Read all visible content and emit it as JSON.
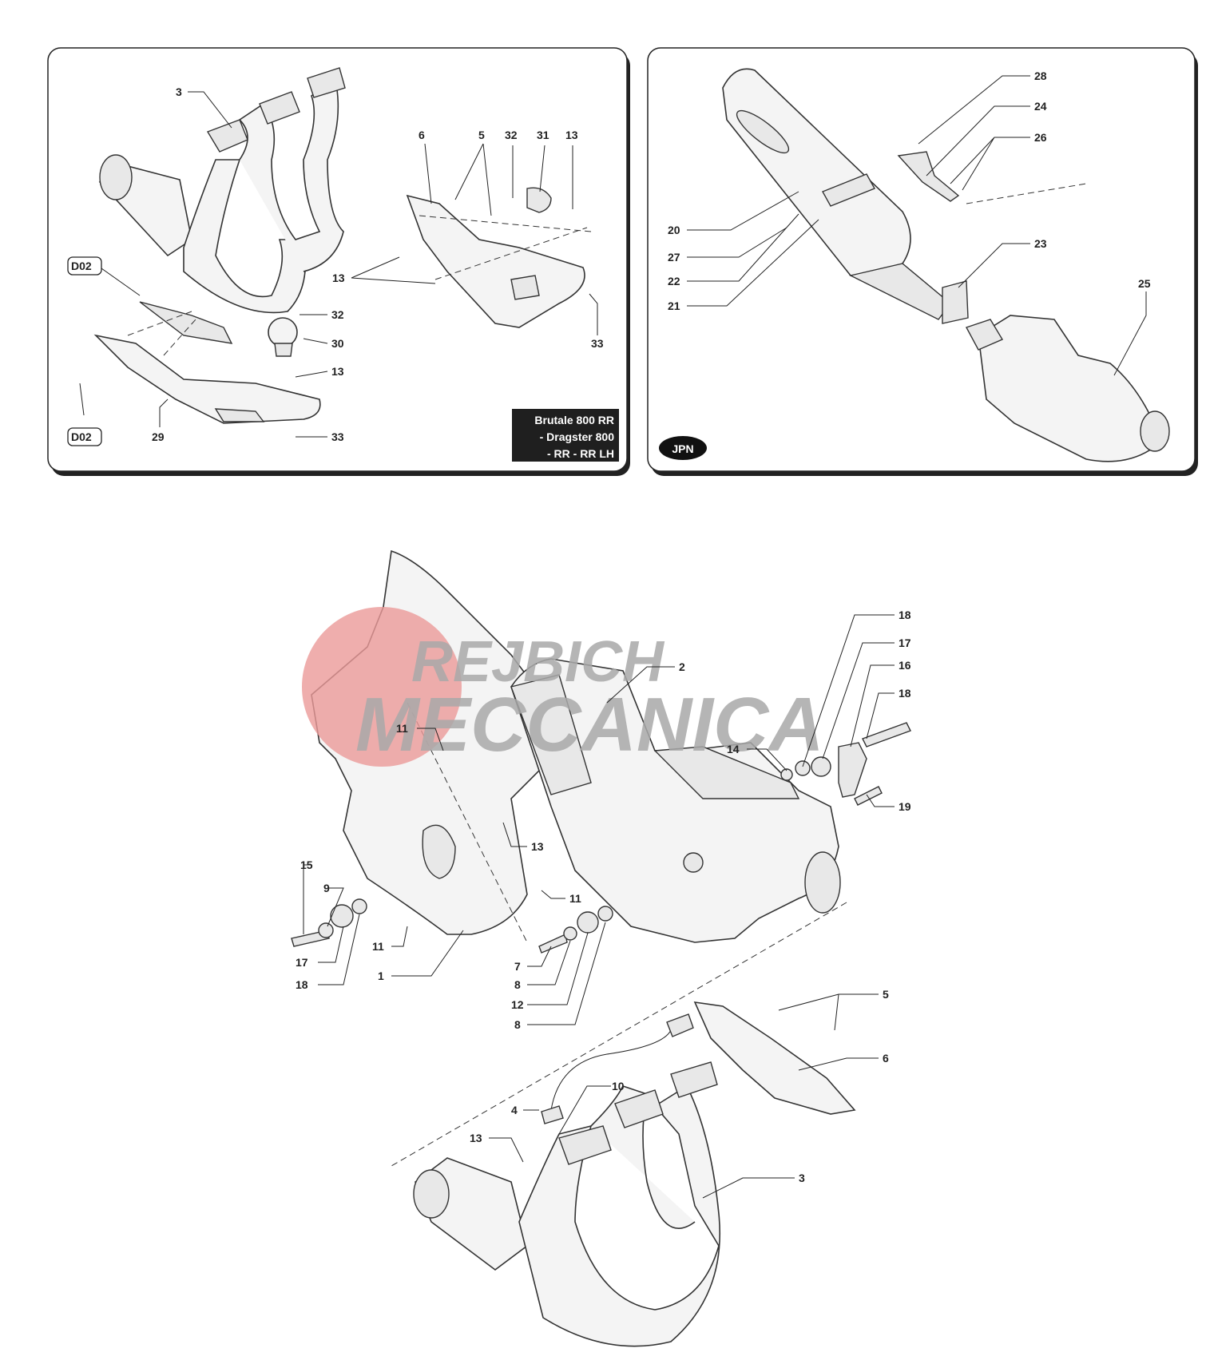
{
  "panel_left": {
    "model_box_lines": [
      "Brutale 800 RR",
      "- Dragster 800",
      "- RR - RR LH"
    ],
    "tags": [
      "D02",
      "D02"
    ],
    "callouts": [
      "3",
      "6",
      "5",
      "32",
      "31",
      "13",
      "13",
      "33",
      "32",
      "30",
      "13",
      "33",
      "29"
    ]
  },
  "panel_right": {
    "market_badge": "JPN",
    "callouts": [
      "28",
      "24",
      "26",
      "20",
      "27",
      "22",
      "21",
      "23",
      "25"
    ]
  },
  "main": {
    "callouts": [
      "18",
      "17",
      "16",
      "18",
      "19",
      "14",
      "2",
      "11",
      "13",
      "11",
      "15",
      "9",
      "17",
      "18",
      "11",
      "1",
      "7",
      "8",
      "12",
      "8",
      "5",
      "6",
      "10",
      "4",
      "13",
      "3"
    ]
  },
  "watermark": {
    "line1": "REJBICH",
    "line2": "MECCANICA",
    "colors": {
      "circle": "#eb9a98",
      "text": "#a9a9a9"
    }
  }
}
